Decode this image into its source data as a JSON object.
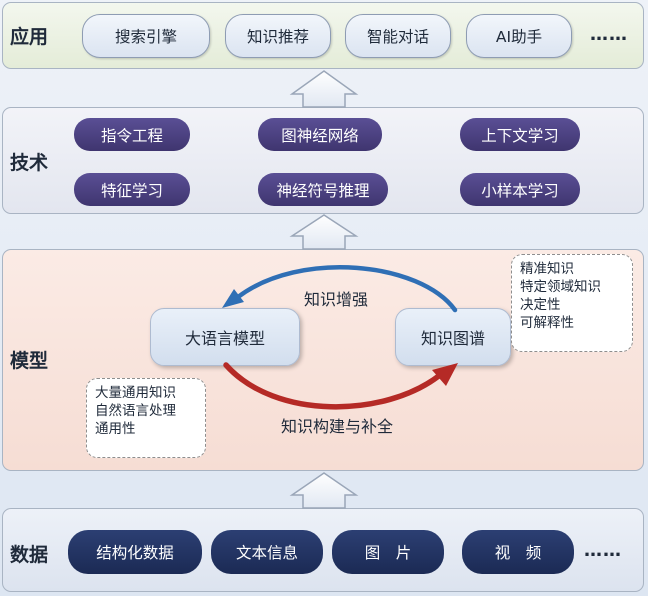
{
  "layers": {
    "application": {
      "label": "应用",
      "items": [
        "搜索引擎",
        "知识推荐",
        "智能对话",
        "AI助手"
      ],
      "ellipsis": "……"
    },
    "technology": {
      "label": "技术",
      "items": [
        "指令工程",
        "图神经网络",
        "上下文学习",
        "特征学习",
        "神经符号推理",
        "小样本学习"
      ]
    },
    "model": {
      "label": "模型",
      "llm": "大语言模型",
      "kg": "知识图谱",
      "arrow_top": "知识增强",
      "arrow_bottom": "知识构建与补全",
      "llm_notes": [
        "大量通用知识",
        "自然语言处理",
        "通用性"
      ],
      "kg_notes": [
        "精准知识",
        "特定领域知识",
        "决定性",
        "可解释性"
      ]
    },
    "data": {
      "label": "数据",
      "items": [
        "结构化数据",
        "文本信息",
        "图　片",
        "视　频"
      ],
      "ellipsis": "……"
    }
  },
  "colors": {
    "app_bg": "#eef3e6",
    "tech_bg": "#eceef5",
    "model_bg": "#f9e4dc",
    "data_bg": "#e6ebf4",
    "tech_pill": "#4a4080",
    "data_pill": "#22335f",
    "arrow_blue": "#2f6fb5",
    "arrow_red": "#b52a26"
  }
}
